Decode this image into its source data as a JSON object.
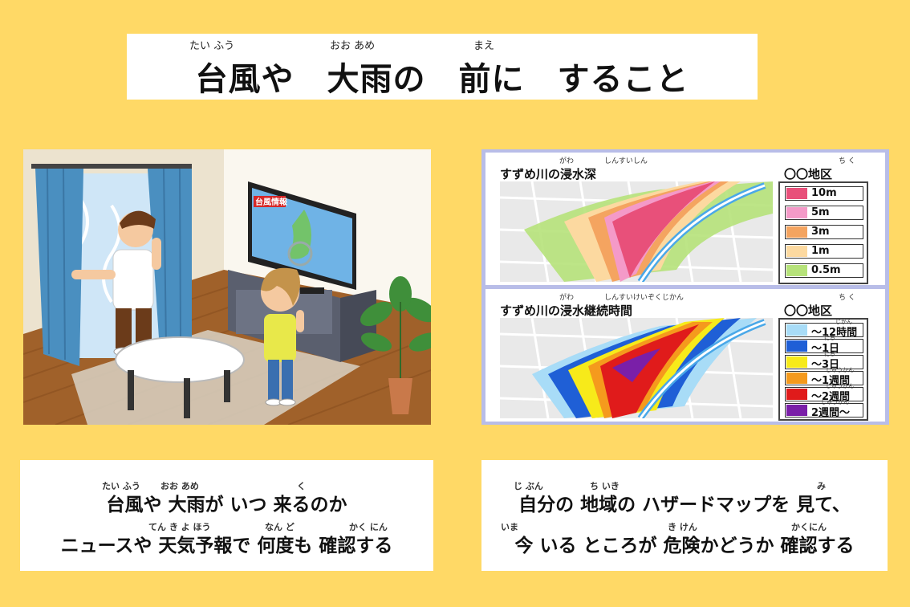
{
  "title": {
    "text": "台風や　大雨の　前に　すること",
    "ruby": {
      "taifuu": "たい ふう",
      "ooame": "おお あめ",
      "mae": "まえ"
    }
  },
  "illustration": {
    "tv_label": "台風情報"
  },
  "maps": {
    "depth_map": {
      "title": "すずめ川の浸水深",
      "ruby_kawa": "がわ",
      "ruby_shinsuishin": "しんすいしん",
      "area": "〇〇地区",
      "area_ruby": "ち く",
      "legend": [
        {
          "label": "10m",
          "color": "#e8507a"
        },
        {
          "label": "5m",
          "color": "#f49ac8"
        },
        {
          "label": "3m",
          "color": "#f4a460"
        },
        {
          "label": "1m",
          "color": "#fcd9a0"
        },
        {
          "label": "0.5m",
          "color": "#b6e27a"
        }
      ]
    },
    "duration_map": {
      "title": "すずめ川の浸水継続時間",
      "ruby_kawa": "がわ",
      "ruby_shinsui": "しんすいけいぞくじかん",
      "area": "〇〇地区",
      "area_ruby": "ち く",
      "legend": [
        {
          "label": "～12時間",
          "color": "#a8dcf7",
          "ruby": "じかん"
        },
        {
          "label": "～1日",
          "color": "#1f5fd6",
          "ruby": "にち"
        },
        {
          "label": "～3日",
          "color": "#f7ea1a",
          "ruby": "にち"
        },
        {
          "label": "～1週間",
          "color": "#f59a1d",
          "ruby": "しゅうかん"
        },
        {
          "label": "～2週間",
          "color": "#e01b1b",
          "ruby": "しゅうかん"
        },
        {
          "label": "2週間～",
          "color": "#7a1fa8",
          "ruby": "しゅうかん"
        }
      ]
    }
  },
  "captions": {
    "left": {
      "line1": "台風や 大雨が いつ 来るのか",
      "line1_ruby": [
        "たい ふう",
        "おお あめ",
        "く"
      ],
      "line2": "ニュースや 天気予報で 何度も 確認する",
      "line2_ruby": [
        "てん き よ ほう",
        "なん ど",
        "かく にん"
      ]
    },
    "right": {
      "line1": "自分の 地域の ハザードマップを 見て、",
      "line1_ruby": [
        "じ ぶん",
        "ち いき",
        "み"
      ],
      "line2": "今 いる ところが 危険かどうか 確認する",
      "line2_ruby": [
        "いま",
        "き けん",
        "かくにん"
      ]
    }
  }
}
